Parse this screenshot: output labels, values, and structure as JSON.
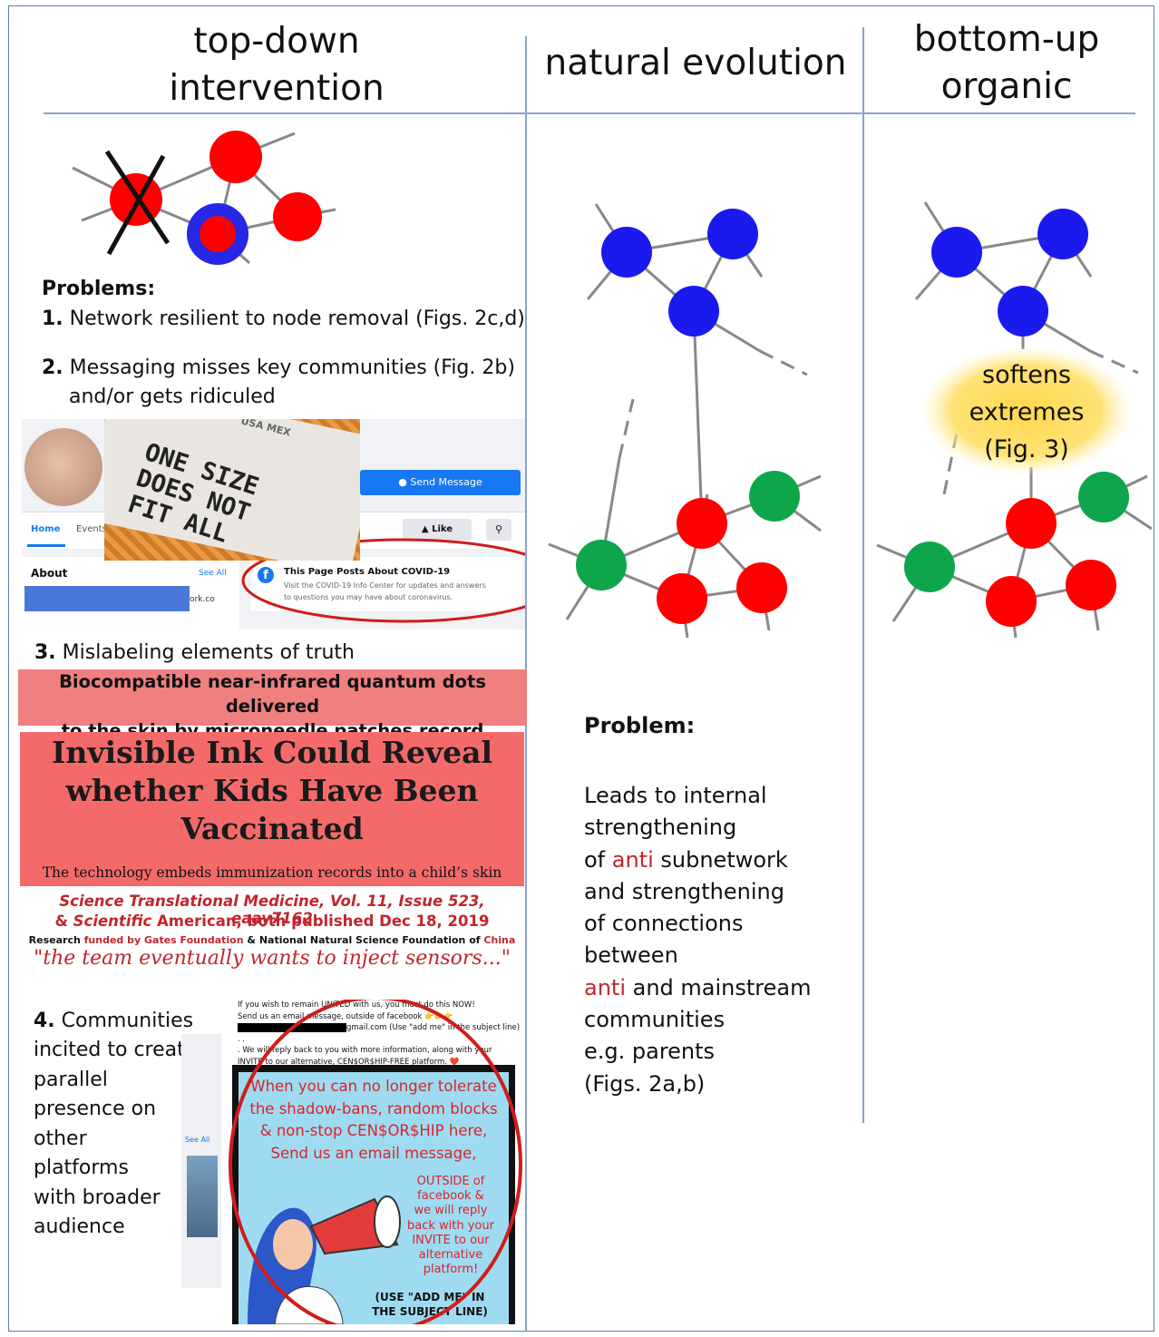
{
  "columns": {
    "left_header": [
      "top-down",
      "intervention"
    ],
    "middle_header": "natural evolution",
    "right_header": [
      "bottom-up",
      "organic"
    ]
  },
  "left_column": {
    "problems_title": "Problems:",
    "items": [
      {
        "num": "1.",
        "text": "Network resilient to node removal (Figs. 2c,d)"
      },
      {
        "num": "2.",
        "text": "Messaging misses key communities  (Fig. 2b)",
        "text2": "and/or gets ridiculed"
      },
      {
        "num": "3.",
        "text": "Mislabeling elements of truth"
      },
      {
        "num": "4.",
        "text": "Communities"
      }
    ],
    "item4_lines": [
      "incited to create",
      "parallel",
      "presence on",
      "other",
      "platforms",
      "with broader",
      "audience"
    ],
    "facebook_mock": {
      "send_message": "Send Message",
      "tab_home": "Home",
      "tab_events": "Events",
      "like": "Like",
      "about": "About",
      "see_all": "See All",
      "covid_title": "This Page Posts About COVID-19",
      "covid_body": [
        "Visit the COVID-19 Info Center for updates and answers",
        "to questions you may have about coronavirus."
      ],
      "partial_link": "ork.co",
      "label_text": [
        "ONE SIZE",
        "DOES NOT",
        "FIT ALL"
      ],
      "label_top": "USA MEX"
    },
    "pink_bar": [
      "Biocompatible near-infrared quantum dots delivered",
      "to the skin by microneedle patches record vaccination"
    ],
    "headline": [
      "Invisible Ink Could Reveal",
      "whether Kids Have Been",
      "Vaccinated"
    ],
    "subheadline": "The technology embeds immunization records into a child’s skin",
    "citation_1": "Science Translational Medicine, Vol. 11, Issue 523, eaay7162",
    "citation_2_pre": "& ",
    "citation_2_sci": "Scientific",
    "citation_2_post": " American, both published Dec 18, 2019",
    "research_pre": "Research ",
    "research_funded": "funded by Gates Foundation",
    "research_mid": " & National Natural Science Foundation of ",
    "research_china": "China",
    "quote": "\"the team eventually wants to inject sensors...\"",
    "poster": {
      "top_lines": [
        "If you wish to remain UNITED with us, you must do this NOW!",
        "Send us an email message, outside of facebook 👉👉👉",
        "gmail.com (Use \"add me\" in the subject line) . .",
        ". We will reply back to you with more information, along with your",
        "INVITE to our alternative, CEN$OR$HIP-FREE platform. ❤️"
      ],
      "main_lines": [
        "When you can no longer tolerate",
        "the shadow-bans, random blocks",
        "& non-stop CEN$OR$HIP here,",
        "Send us an email message,"
      ],
      "side_lines": [
        "OUTSIDE of",
        "facebook &",
        "we will reply",
        "back with your",
        "INVITE to our",
        "alternative",
        "platform!"
      ],
      "bottom_lines": [
        "(USE \"ADD ME\" IN",
        "THE SUBJECT LINE)"
      ],
      "see_all": "See All"
    }
  },
  "middle_column": {
    "problem_title": "Problem:",
    "lines": [
      [
        {
          "t": "Leads to internal"
        }
      ],
      [
        {
          "t": "strengthening"
        }
      ],
      [
        {
          "t": "of "
        },
        {
          "t": "anti",
          "red": true
        },
        {
          "t": " subnetwork"
        }
      ],
      [
        {
          "t": "and strengthening"
        }
      ],
      [
        {
          "t": "of connections"
        }
      ],
      [
        {
          "t": "between"
        }
      ],
      [
        {
          "t": "anti",
          "red": true
        },
        {
          "t": " and mainstream"
        }
      ],
      [
        {
          "t": "communities"
        }
      ],
      [
        {
          "t": "e.g. parents"
        }
      ],
      [
        {
          "t": "(Figs. 2a,b)"
        }
      ]
    ]
  },
  "right_column": {
    "glow_lines": [
      "softens",
      "extremes",
      "(Fig. 3)"
    ]
  },
  "colors": {
    "node_red": "#ff0000",
    "node_blue": "#1a1aee",
    "node_green": "#0fa64b",
    "edge": "#888888",
    "rule": "#8aa2c8",
    "glow": "#ffd84a",
    "accent_red": "#c0262b"
  }
}
